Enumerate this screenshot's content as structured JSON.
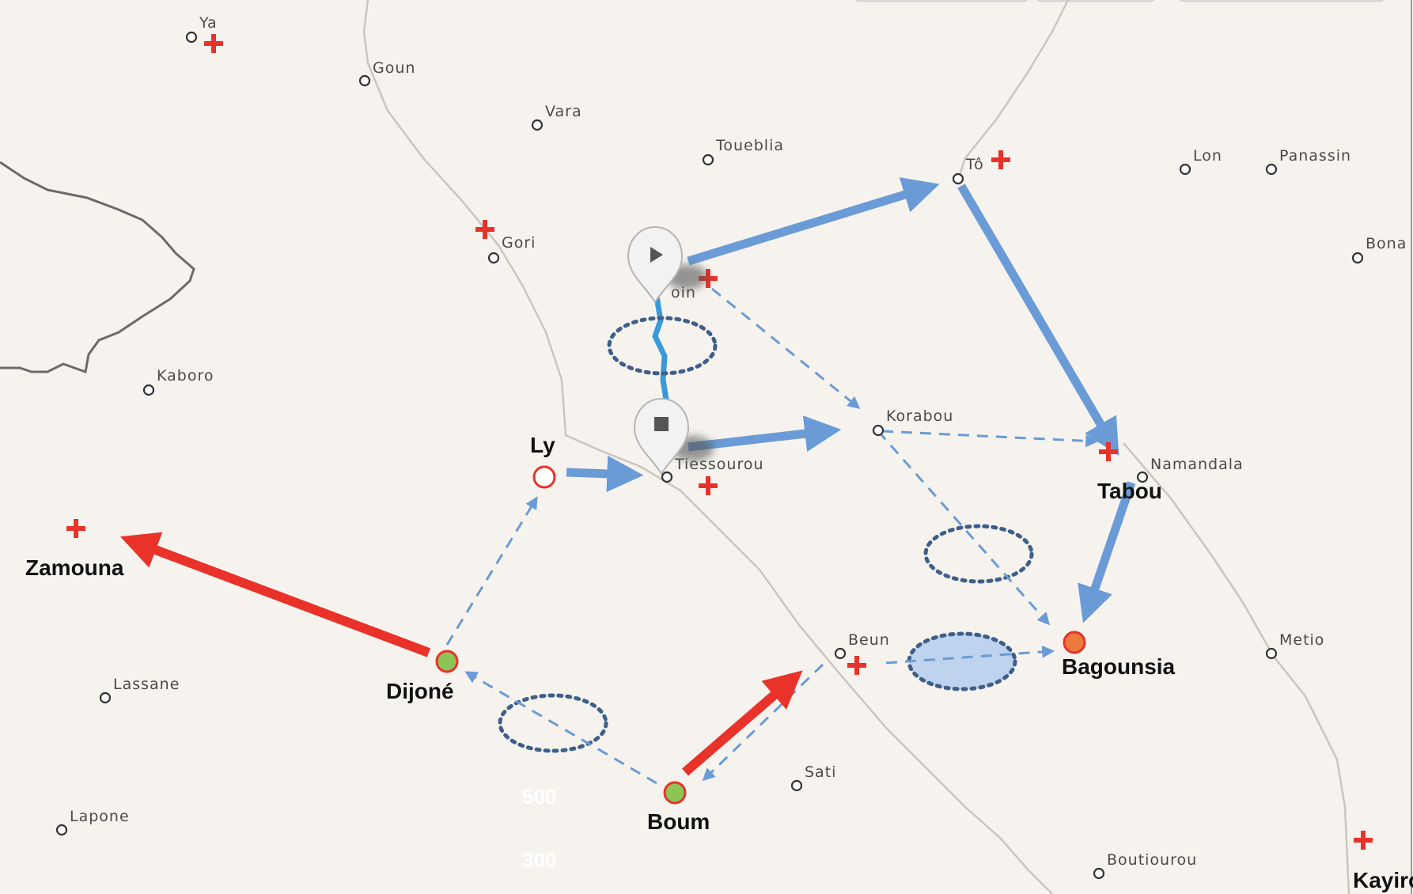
{
  "towns": [
    {
      "name": "Ya",
      "label": "Ya",
      "big": false
    },
    {
      "name": "Goun",
      "label": "Goun",
      "big": false
    },
    {
      "name": "Vara",
      "label": "Vara",
      "big": false
    },
    {
      "name": "Toueblia",
      "label": "Toueblia",
      "big": false
    },
    {
      "name": "To",
      "label": "Tô",
      "big": false
    },
    {
      "name": "Lon",
      "label": "Lon",
      "big": false
    },
    {
      "name": "Panassin",
      "label": "Panassin",
      "big": false
    },
    {
      "name": "Bona",
      "label": "Bona",
      "big": false
    },
    {
      "name": "Gori",
      "label": "Gori",
      "big": false
    },
    {
      "name": "Poin",
      "label": "oin",
      "big": false
    },
    {
      "name": "Kaboro",
      "label": "Kaboro",
      "big": false
    },
    {
      "name": "Korabou",
      "label": "Korabou",
      "big": false
    },
    {
      "name": "Tiessourou",
      "label": "Tiessourou",
      "big": false
    },
    {
      "name": "Namandala",
      "label": "Namandala",
      "big": false
    },
    {
      "name": "Beun",
      "label": "Beun",
      "big": false
    },
    {
      "name": "Metio",
      "label": "Metio",
      "big": false
    },
    {
      "name": "Lassane",
      "label": "Lassane",
      "big": false
    },
    {
      "name": "Sati",
      "label": "Sati",
      "big": false
    },
    {
      "name": "Lapone",
      "label": "Lapone",
      "big": false
    },
    {
      "name": "Boutiourou",
      "label": "Boutiourou",
      "big": false
    }
  ],
  "key_places": [
    {
      "name": "Ly",
      "label": "Ly",
      "marker": "open-circle"
    },
    {
      "name": "Zamouna",
      "label": "Zamouna",
      "marker": "hospital-cross"
    },
    {
      "name": "Dijone",
      "label": "Dijoné",
      "marker": "green-circle"
    },
    {
      "name": "Boum",
      "label": "Boum",
      "marker": "green-circle"
    },
    {
      "name": "Bagounsia",
      "label": "Bagounsia",
      "marker": "orange-circle"
    },
    {
      "name": "Tabou",
      "label": "Tabou",
      "marker": "hospital-cross"
    },
    {
      "name": "Kayiro",
      "label": "Kayiro",
      "marker": "hospital-cross"
    }
  ],
  "faint_scale_labels": [
    "500",
    "300"
  ],
  "route_markers": {
    "start": "play-icon",
    "end": "stop-icon"
  },
  "colors": {
    "background": "#f6f3ee",
    "road": "#c9c6c0",
    "border": "#666666",
    "blue_arrow": "#6a9bd6",
    "red_arrow": "#e8322a",
    "hospital_cross": "#e8322a",
    "green_marker": "#8dc456",
    "orange_marker": "#eb7a3c",
    "dotted_ellipse": "#3f5f8a",
    "filled_ellipse": "#bdd3ee",
    "route_line": "#3a9ad9"
  }
}
